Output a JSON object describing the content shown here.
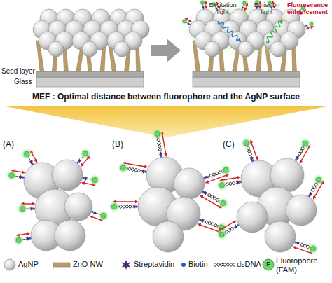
{
  "diagram": {
    "title": "MEF : Optimal distance between fluorophore and the AgNP surface",
    "labels": [
      "Seed layer",
      "Glass",
      "Excitation light",
      "Emission light",
      "Fluorescence enhancement",
      "(A)",
      "(B)",
      "(C)",
      "F"
    ],
    "legend": [
      {
        "text": "AgNP"
      },
      {
        "text": "ZnO NW"
      },
      {
        "text": "Streptavidin"
      },
      {
        "text": "Biotin"
      },
      {
        "text": "dsDNA"
      },
      {
        "text": "Fluorophore (FAM)"
      }
    ]
  }
}
